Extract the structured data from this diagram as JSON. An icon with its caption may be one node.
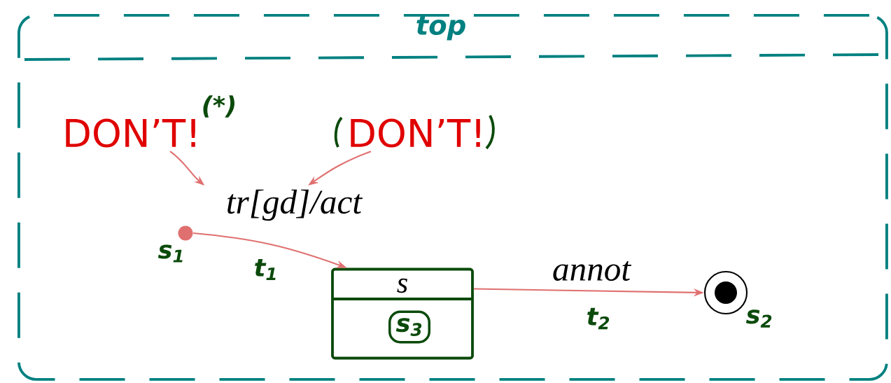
{
  "diagram": {
    "nodes": [
      {
        "text": [
          "top"
        ]
      },
      {
        "text": [],
        "shape": "circle",
        "in": 0,
        "beside": [
          "s$_{1}$"
        ]
      },
      {
        "text": [
          "s"
        ],
        "in": 0
      },
      {
        "text": [
          "s$_{3}$"
        ],
        "in": 2
      },
      {
        "text": [],
        "shape": "circle",
        "in": 0,
        "beside": [
          "s$_{2}$"
        ]
      },
      {
        "text": [
          "tr[gd]/act"
        ],
        "in": 0
      },
      {
        "text": [
          "DON’T!"
        ],
        "in": 0,
        "beside": [
          "(*)"
        ]
      },
      {
        "text": [
          "DON’T!"
        ],
        "in": 0
      }
    ],
    "edges": [
      {
        "from": 6,
        "to": 5,
        "arrow": "to"
      },
      {
        "from": 7,
        "to": 5,
        "arrow": "to"
      },
      {
        "from": 1,
        "to": 2,
        "arrow": "to",
        "label": "t$_{1}$"
      },
      {
        "from": 2,
        "to": 4,
        "arrow": "to",
        "label": "annot"
      }
    ],
    "labels": [
      "t$_{2}$"
    ]
  }
}
